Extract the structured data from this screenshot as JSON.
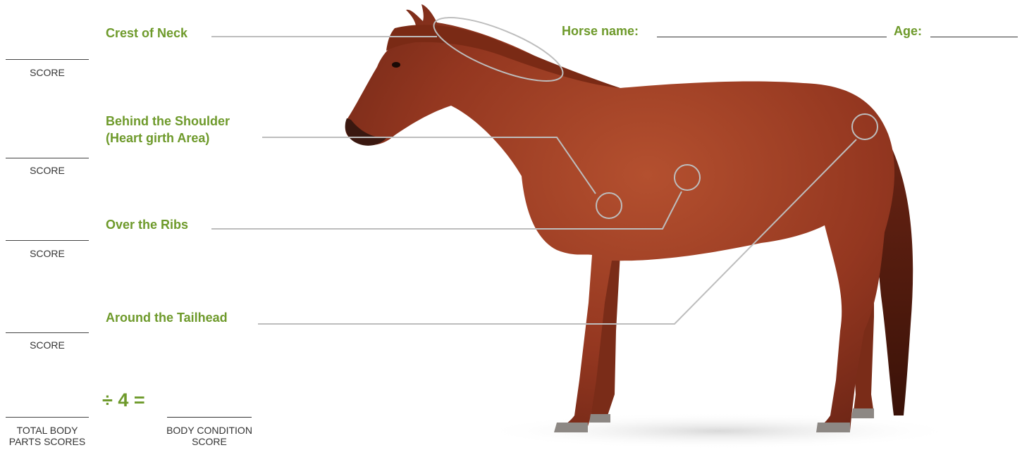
{
  "header": {
    "horse_name_label": "Horse name:",
    "age_label": "Age:"
  },
  "body_parts": [
    {
      "label": "Crest of Neck"
    },
    {
      "label": "Behind the Shoulder\n(Heart girth Area)"
    },
    {
      "label": "Over the Ribs"
    },
    {
      "label": "Around the Tailhead"
    }
  ],
  "scores": [
    "SCORE",
    "SCORE",
    "SCORE",
    "SCORE"
  ],
  "totals": {
    "operator": "÷ 4 =",
    "total_label": "TOTAL BODY\nPARTS SCORES",
    "result_label": "BODY CONDITION\nSCORE"
  },
  "colors": {
    "label_green": "#6e9a2b",
    "horse_coat": "#9a3a22",
    "leader_line": "#bdbdbd"
  }
}
